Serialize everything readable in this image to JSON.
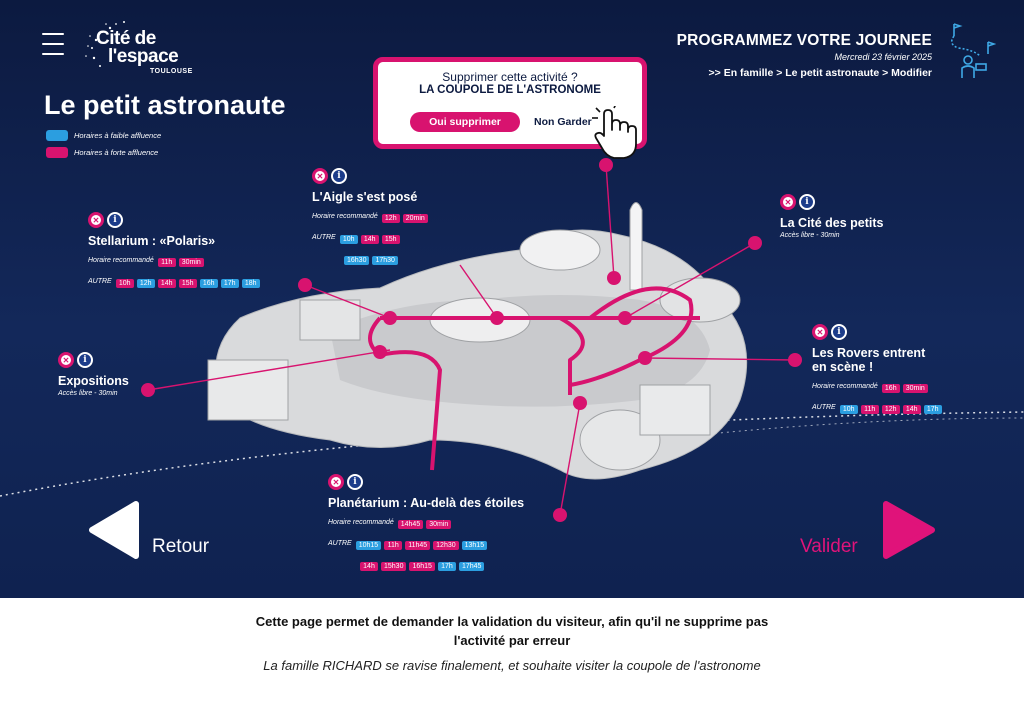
{
  "brand": {
    "logo_line1": "Cité de",
    "logo_line2": "l'espace",
    "logo_sub": "TOULOUSE"
  },
  "page_title": "Le petit astronaute",
  "legend": [
    {
      "label": "Horaires à faible affluence",
      "color": "#2b9ee0"
    },
    {
      "label": "Horaires à forte affluence",
      "color": "#d8136f"
    }
  ],
  "header": {
    "title": "PROGRAMMEZ VOTRE JOURNEE",
    "date": "Mercredi 23 février 2025",
    "breadcrumb": ">>  En famille > Le petit astronaute > Modifier"
  },
  "modal": {
    "question": "Supprimer cette activité ?",
    "activity": "LA COUPOLE DE L'ASTRONOME",
    "confirm_label": "Oui supprimer",
    "cancel_label": "Non Garder"
  },
  "activities": {
    "stellarium": {
      "title": "Stellarium : «Polaris»",
      "recommended_label": "Horaire recommandé",
      "recommended": [
        {
          "t": "11h",
          "c": "high"
        },
        {
          "t": "30min",
          "c": "high"
        }
      ],
      "other_label": "AUTRE",
      "other": [
        {
          "t": "10h",
          "c": "high"
        },
        {
          "t": "12h",
          "c": "low"
        },
        {
          "t": "14h",
          "c": "high"
        },
        {
          "t": "15h",
          "c": "high"
        },
        {
          "t": "16h",
          "c": "low"
        },
        {
          "t": "17h",
          "c": "low"
        },
        {
          "t": "18h",
          "c": "low"
        }
      ]
    },
    "aigle": {
      "title": "L'Aigle s'est posé",
      "recommended_label": "Horaire recommandé",
      "recommended": [
        {
          "t": "12h",
          "c": "high"
        },
        {
          "t": "20min",
          "c": "high"
        }
      ],
      "other_label": "AUTRE",
      "other_row1": [
        {
          "t": "10h",
          "c": "low"
        },
        {
          "t": "14h",
          "c": "high"
        },
        {
          "t": "15h",
          "c": "high"
        }
      ],
      "other_row2": [
        {
          "t": "16h30",
          "c": "low"
        },
        {
          "t": "17h30",
          "c": "low"
        }
      ]
    },
    "cite_petits": {
      "title": "La Cité des petits",
      "sub": "Accès libre   -    30min"
    },
    "expositions": {
      "title": "Expositions",
      "sub": "Accès libre   -    30min"
    },
    "rovers": {
      "title_line1": "Les Rovers entrent",
      "title_line2": "en scène !",
      "recommended_label": "Horaire recommandé",
      "recommended": [
        {
          "t": "16h",
          "c": "high"
        },
        {
          "t": "30min",
          "c": "high"
        }
      ],
      "other_label": "AUTRE",
      "other": [
        {
          "t": "10h",
          "c": "low"
        },
        {
          "t": "11h",
          "c": "high"
        },
        {
          "t": "12h",
          "c": "high"
        },
        {
          "t": "14h",
          "c": "high"
        },
        {
          "t": "17h",
          "c": "low"
        }
      ]
    },
    "planetarium": {
      "title": "Planétarium : Au-delà des étoiles",
      "recommended_label": "Horaire recommandé",
      "recommended": [
        {
          "t": "14h45",
          "c": "high"
        },
        {
          "t": "30min",
          "c": "high"
        }
      ],
      "other_label": "AUTRE",
      "other_row1": [
        {
          "t": "10h15",
          "c": "low"
        },
        {
          "t": "11h",
          "c": "high"
        },
        {
          "t": "11h45",
          "c": "high"
        },
        {
          "t": "12h30",
          "c": "high"
        },
        {
          "t": "13h15",
          "c": "low"
        }
      ],
      "other_row2": [
        {
          "t": "14h",
          "c": "high"
        },
        {
          "t": "15h30",
          "c": "high"
        },
        {
          "t": "16h15",
          "c": "high"
        },
        {
          "t": "17h",
          "c": "low"
        },
        {
          "t": "17h45",
          "c": "low"
        }
      ]
    }
  },
  "nav": {
    "back_label": "Retour",
    "next_label": "Valider"
  },
  "footer": {
    "bold": "Cette page permet de demander la validation du visiteur, afin qu'il ne supprime pas l'activité par erreur",
    "italic": "La famille RICHARD se ravise finalement, et souhaite visiter la coupole de l'astronome"
  },
  "colors": {
    "accent": "#d8136f",
    "low": "#2b9ee0",
    "background": "#0f2250"
  }
}
